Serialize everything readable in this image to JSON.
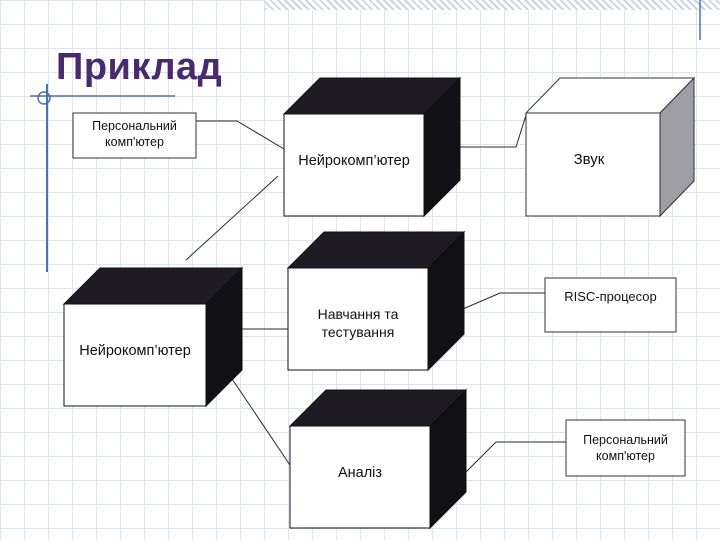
{
  "slide": {
    "title": "Приклад"
  },
  "diagram": {
    "boxes": {
      "pc_top": "Персональний комп'ютер",
      "neuro_top": "Нейрокомп’ютер",
      "sound": "Звук",
      "neuro_left": "Нейрокомп’ютер",
      "training": "Навчання та тестування",
      "risc": "RISC-процесор",
      "analysis": "Аналіз",
      "pc_bottom": "Персональний комп'ютер"
    },
    "colors": {
      "box_face": "#ffffff",
      "box_dark": "#1e1c22",
      "box_side_dark": "#111015",
      "box_light": "#d2d2d6",
      "box_side_light": "#9e9ea4",
      "connector": "#2a2a2a",
      "accent_line": "#4f6fb5",
      "title": "#4a2a6e"
    }
  }
}
